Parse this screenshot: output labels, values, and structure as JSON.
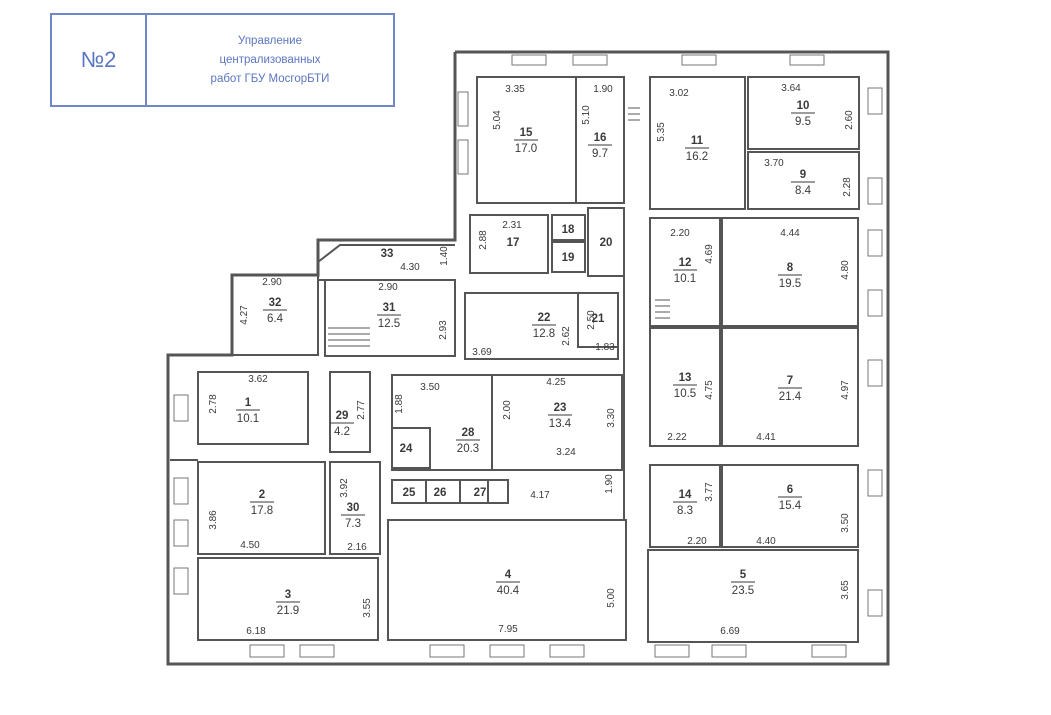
{
  "stamp": {
    "number": "№2",
    "text": "Управление\nцентрализованных\nработ ГБУ МосгорБТИ"
  },
  "colors": {
    "wall": "#555555",
    "thin": "#777777",
    "stamp": "#6f87c8"
  },
  "rooms": [
    {
      "id": "room-15",
      "num": "15",
      "area": "17.0"
    },
    {
      "id": "room-16",
      "num": "16",
      "area": "9.7"
    },
    {
      "id": "room-11",
      "num": "11",
      "area": "16.2"
    },
    {
      "id": "room-10",
      "num": "10",
      "area": "9.5"
    },
    {
      "id": "room-9",
      "num": "9",
      "area": "8.4"
    },
    {
      "id": "room-17",
      "num": "17",
      "area": ""
    },
    {
      "id": "room-18",
      "num": "18",
      "area": ""
    },
    {
      "id": "room-19",
      "num": "19",
      "area": ""
    },
    {
      "id": "room-20",
      "num": "20",
      "area": ""
    },
    {
      "id": "room-33",
      "num": "33",
      "area": ""
    },
    {
      "id": "room-12",
      "num": "12",
      "area": "10.1"
    },
    {
      "id": "room-8",
      "num": "8",
      "area": "19.5"
    },
    {
      "id": "room-32",
      "num": "32",
      "area": "6.4"
    },
    {
      "id": "room-31",
      "num": "31",
      "area": "12.5"
    },
    {
      "id": "room-22",
      "num": "22",
      "area": "12.8"
    },
    {
      "id": "room-21",
      "num": "21",
      "area": ""
    },
    {
      "id": "room-1",
      "num": "1",
      "area": "10.1"
    },
    {
      "id": "room-29",
      "num": "29",
      "area": "4.2"
    },
    {
      "id": "room-28",
      "num": "28",
      "area": "20.3"
    },
    {
      "id": "room-23",
      "num": "23",
      "area": "13.4"
    },
    {
      "id": "room-13",
      "num": "13",
      "area": "10.5"
    },
    {
      "id": "room-7",
      "num": "7",
      "area": "21.4"
    },
    {
      "id": "room-24",
      "num": "24",
      "area": ""
    },
    {
      "id": "room-25",
      "num": "25",
      "area": ""
    },
    {
      "id": "room-26",
      "num": "26",
      "area": ""
    },
    {
      "id": "room-27",
      "num": "27",
      "area": ""
    },
    {
      "id": "room-2",
      "num": "2",
      "area": "17.8"
    },
    {
      "id": "room-30",
      "num": "30",
      "area": "7.3"
    },
    {
      "id": "room-14",
      "num": "14",
      "area": "8.3"
    },
    {
      "id": "room-6",
      "num": "6",
      "area": "15.4"
    },
    {
      "id": "room-4",
      "num": "4",
      "area": "40.4"
    },
    {
      "id": "room-3",
      "num": "3",
      "area": "21.9"
    },
    {
      "id": "room-5",
      "num": "5",
      "area": "23.5"
    }
  ],
  "dimensions": [
    "3.35",
    "5.04",
    "1.90",
    "5.10",
    "3.02",
    "5.35",
    "3.64",
    "2.60",
    "3.70",
    "2.28",
    "2.31",
    "2.88",
    "2.20",
    "4.69",
    "4.44",
    "4.80",
    "1.40",
    "4.30",
    "2.90",
    "4.27",
    "2.90",
    "2.93",
    "3.69",
    "2.62",
    "2.50",
    "1.83",
    "3.62",
    "2.78",
    "2.77",
    "1.88",
    "3.50",
    "4.25",
    "2.00",
    "3.30",
    "3.24",
    "4.75",
    "4.97",
    "2.22",
    "4.41",
    "1.90",
    "4.17",
    "3.92",
    "3.86",
    "4.50",
    "2.16",
    "3.77",
    "3.50",
    "2.20",
    "4.40",
    "5.00",
    "7.95",
    "3.55",
    "6.18",
    "3.65",
    "6.69"
  ]
}
